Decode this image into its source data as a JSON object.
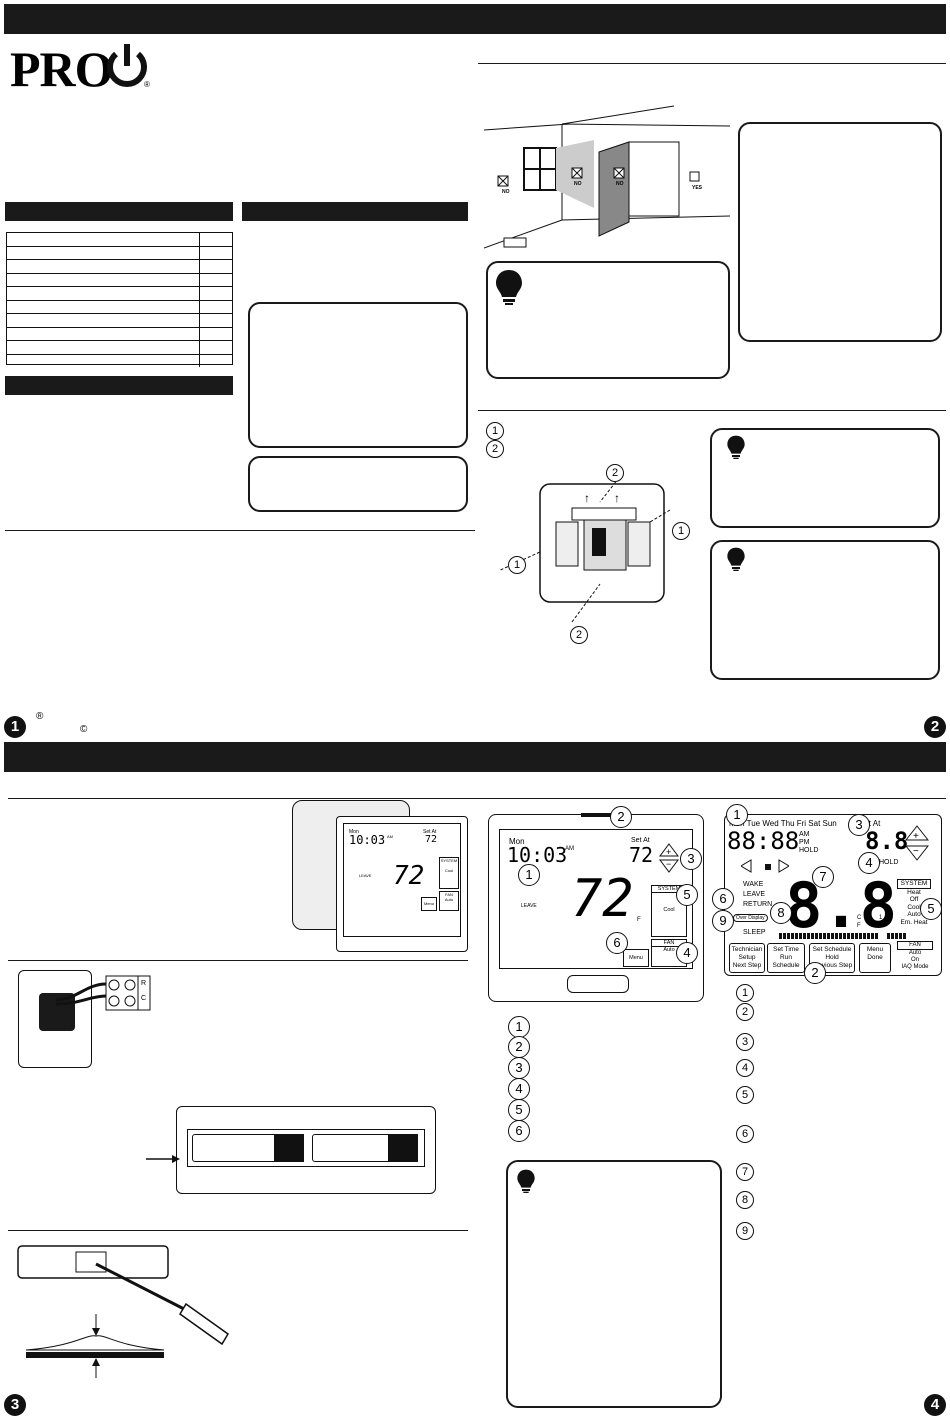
{
  "brand": {
    "logo_text": "PRO",
    "registered_mark": "®"
  },
  "page1": {
    "page_number": "1",
    "footer_marks": {
      "registered": "®",
      "copyright": "©"
    },
    "location_labels": {
      "no1": "NO",
      "no2": "NO",
      "no3": "NO",
      "yes": "YES"
    },
    "install_callouts": [
      "1",
      "2"
    ]
  },
  "page2": {
    "page_number": "2"
  },
  "page3": {
    "page_number": "3",
    "thermostat_mini": {
      "day": "Mon",
      "time": "10:03",
      "ampm": "AM",
      "set_at": "Set At",
      "set_value": "72",
      "temp": "72",
      "system": "SYSTEM",
      "mode": "Cool",
      "fan": "FAN",
      "fan_mode": "Auto",
      "menu": "Menu",
      "leave": "LEAVE"
    },
    "terminal_labels": [
      "R",
      "C"
    ]
  },
  "page4": {
    "page_number": "4",
    "thermostat": {
      "day": "Mon",
      "time": "10:03",
      "ampm": "AM",
      "set_at": "Set At",
      "set_value": "72",
      "temp": "72",
      "unit": "F",
      "system": "SYSTEM",
      "mode": "Cool",
      "fan": "FAN",
      "fan_mode": "Auto",
      "menu": "Menu",
      "leave": "LEAVE",
      "callouts": [
        "1",
        "2",
        "3",
        "4",
        "5",
        "6"
      ]
    },
    "display_diagram": {
      "days": "Mon Tue Wed Thu Fri Sat Sun",
      "time": "88:88",
      "am": "AM",
      "pm": "PM",
      "hold_small": "HOLD",
      "set_at": "Set At",
      "set_value": "8.8",
      "hold": "HOLD",
      "big_temp": "8.8",
      "periods": [
        "WAKE",
        "LEAVE",
        "RETURN",
        "SLEEP"
      ],
      "override": "Over Display",
      "system_label": "SYSTEM",
      "system_modes": [
        "Heat",
        "Off",
        "Cool",
        "Auto",
        "Em. Heat"
      ],
      "fan_label": "FAN",
      "fan_modes": [
        "Auto",
        "On",
        "IAQ Mode"
      ],
      "units": [
        "C",
        "F"
      ],
      "stages": [
        "1",
        "2"
      ],
      "buttons": [
        {
          "l1": "Technician",
          "l2": "Setup",
          "l3": "Next Step"
        },
        {
          "l1": "Set Time",
          "l2": "Run",
          "l3": "Schedule"
        },
        {
          "l1": "Set Schedule",
          "l2": "Hold",
          "l3": "Previous Step"
        },
        {
          "l1": "Menu",
          "l2": "Done",
          "l3": ""
        },
        {
          "l1": "",
          "l2": "",
          "l3": ""
        }
      ],
      "callouts": [
        "1",
        "2",
        "3",
        "4",
        "5",
        "6",
        "7",
        "8",
        "9"
      ]
    },
    "legend_numbers_left": [
      "1",
      "2",
      "3",
      "4",
      "5",
      "6"
    ],
    "legend_numbers_right": [
      "1",
      "2",
      "3",
      "4",
      "5",
      "6",
      "7",
      "8",
      "9"
    ]
  }
}
